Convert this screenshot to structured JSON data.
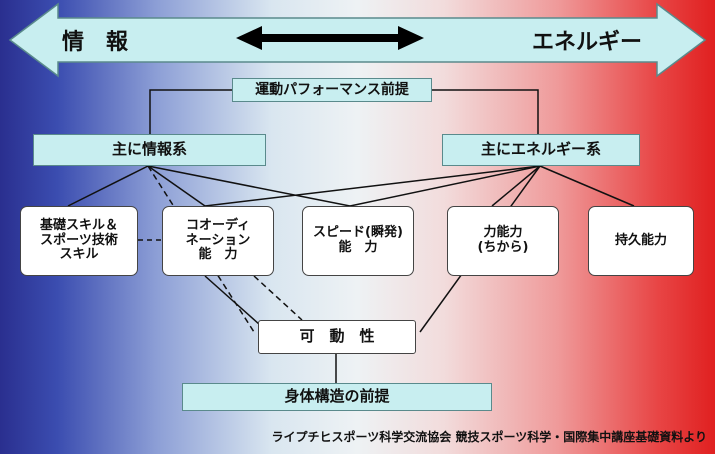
{
  "arrow": {
    "left_label": "情　報",
    "right_label": "エネルギー"
  },
  "premise_top": "運動パフォーマンス前提",
  "categories": {
    "info": "主に情報系",
    "energy": "主にエネルギー系"
  },
  "abilities": [
    "基礎スキル＆\nスポーツ技術\nスキル",
    "コオーディ\nネーション\n能　力",
    "スピード(瞬発)\n能　力",
    "力能力\n(ちから)",
    "持久能力"
  ],
  "mobility": "可　動　性",
  "premise_bottom": "身体構造の前提",
  "footer": "ライプチヒスポーツ科学交流協会 競技スポーツ科学・国際集中講座基礎資料より",
  "colors": {
    "left_end": "#2a2f8f",
    "right_end": "#e02020",
    "box_fill": "#c8eef0",
    "arrow_fill": "#c8eef0"
  }
}
